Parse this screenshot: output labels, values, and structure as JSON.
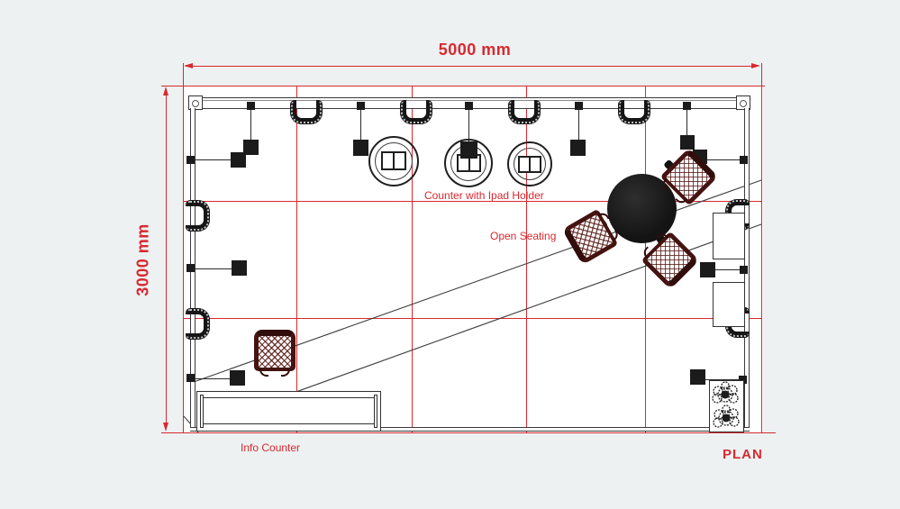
{
  "drawing": {
    "type": "exhibition-booth-floor-plan",
    "sheet_label": "PLAN",
    "dim_width": "5000 mm",
    "dim_height": "3000 mm",
    "labels": {
      "counter_ipad": "Counter with Ipad Holder",
      "open_seating": "Open Seating",
      "info_counter": "Info Counter"
    },
    "grid": {
      "columns": 5,
      "rows": 3,
      "module_mm": 1000
    },
    "colors": {
      "dimension_red": "#d8292f",
      "chair_maroon": "#4a1413",
      "table_black": "#161616",
      "line_gray": "#3d3d3d",
      "background": "#edf1f2"
    },
    "furniture_icons": [
      "counter-with-ipad-holder-icon",
      "round-table-icon",
      "wicker-chair-icon",
      "info-counter-icon",
      "planter-icon",
      "wall-spotlight-icon",
      "pendant-light-icon",
      "wall-shelf-icon"
    ]
  }
}
